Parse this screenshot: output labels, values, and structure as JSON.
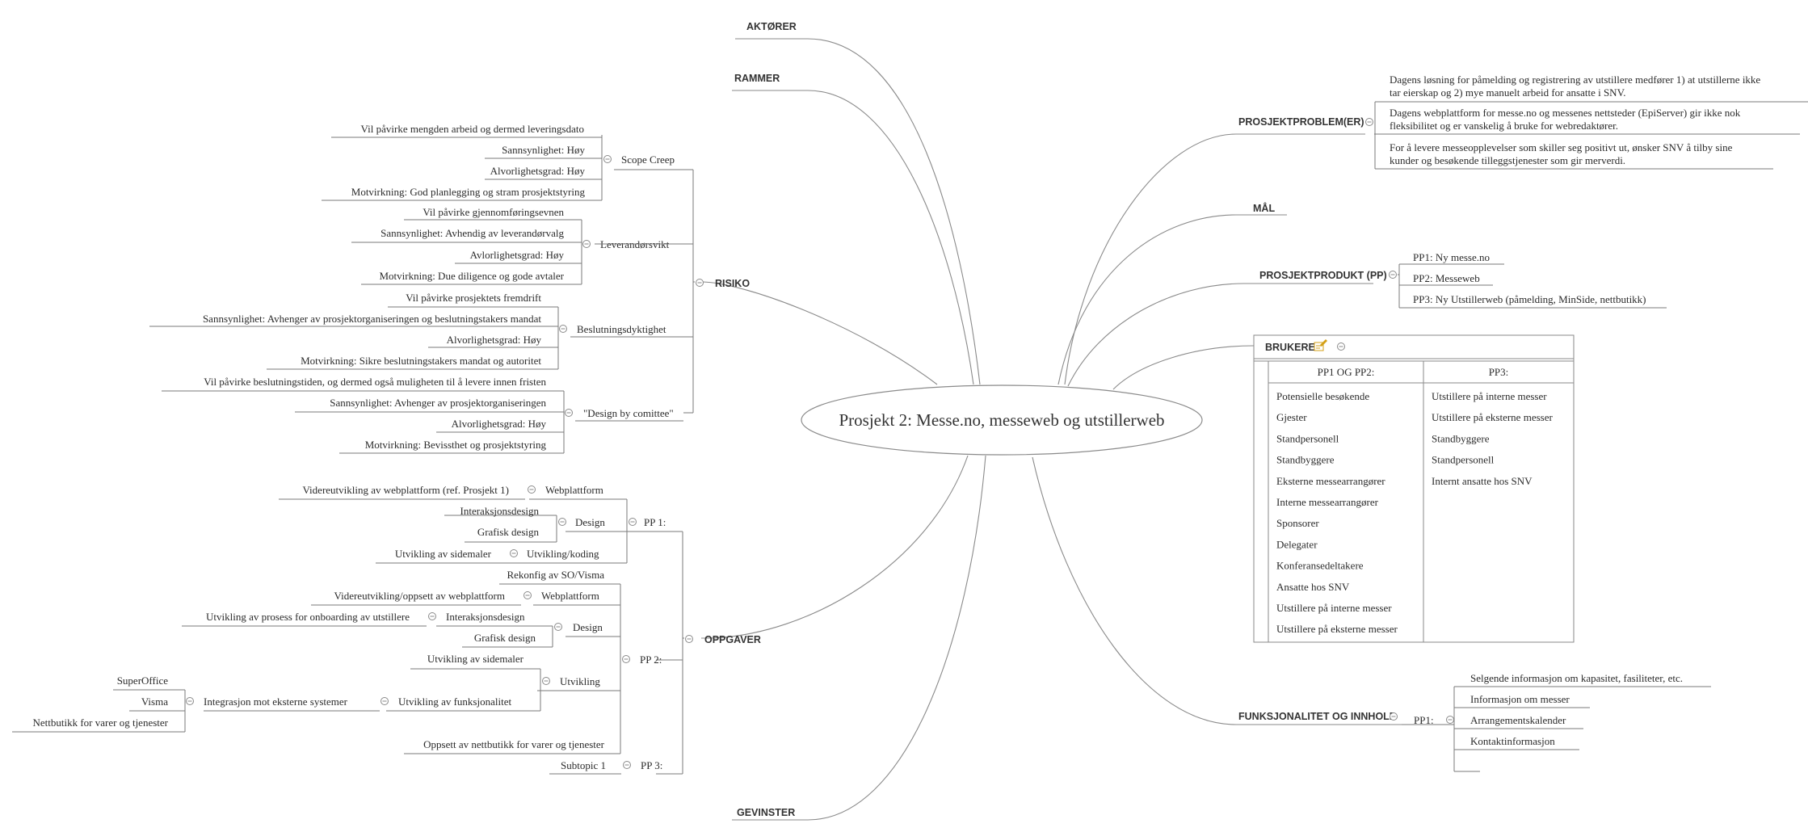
{
  "central": "Prosjekt 2: Messe.no, messeweb og utstillerweb",
  "left": {
    "aktorer": "AKTØRER",
    "rammer": "RAMMER",
    "risiko": {
      "label": "RISIKO",
      "groups": [
        {
          "label": "Scope Creep",
          "items": [
            "Vil påvirke mengden arbeid og dermed leveringsdato",
            "Sannsynlighet: Høy",
            "Alvorlighetsgrad: Høy",
            "Motvirkning: God planlegging og stram prosjektstyring"
          ]
        },
        {
          "label": "Leverandørsvikt",
          "items": [
            "Vil påvirke gjennomføringsevnen",
            "Sannsynlighet: Avhendig av leverandørvalg",
            "Avlorlighetsgrad: Høy",
            "Motvirkning: Due diligence og gode avtaler"
          ]
        },
        {
          "label": "Beslutningsdyktighet",
          "items": [
            "Vil påvirke prosjektets fremdrift",
            "Sannsynlighet: Avhenger av prosjektorganiseringen og beslutningstakers mandat",
            "Alvorlighetsgrad: Høy",
            "Motvirkning: Sikre beslutningstakers mandat og autoritet"
          ]
        },
        {
          "label": "\"Design by comittee\"",
          "items": [
            "Vil påvirke beslutningstiden, og dermed også muligheten til å levere innen fristen",
            "Sannsynlighet: Avhenger av prosjektorganiseringen",
            "Alvorlighetsgrad: Høy",
            "Motvirkning: Bevissthet og prosjektstyring"
          ]
        }
      ]
    },
    "oppgaver": {
      "label": "OPPGAVER",
      "pp1": {
        "label": "PP 1:",
        "webplattform": "Webplattform",
        "webplattform_child": "Videreutvikling av webplattform (ref. Prosjekt 1)",
        "design": "Design",
        "design_items": [
          "Interaksjonsdesign",
          "Grafisk design"
        ],
        "utvikling": "Utvikling/koding",
        "utvikling_child": "Utvikling av sidemaler"
      },
      "pp2": {
        "label": "PP 2:",
        "rekonfig": "Rekonfig av SO/Visma",
        "webplattform": "Webplattform",
        "webplattform_child": "Videreutvikling/oppsett av webplattform",
        "design": "Design",
        "interaksjon": "Interaksjonsdesign",
        "interaksjon_child": "Utvikling av prosess for onboarding av utstillere",
        "grafisk": "Grafisk design",
        "utvikling": "Utvikling",
        "sidemaler": "Utvikling av sidemaler",
        "funksjonalitet": "Utvikling av funksjonalitet",
        "integrasjon": "Integrasjon mot eksterne systemer",
        "integrasjon_items": [
          "SuperOffice",
          "Visma",
          "Nettbutikk for varer og tjenester"
        ],
        "nettbutikk": "Oppsett av nettbutikk for varer og tjenester"
      },
      "pp3": {
        "label": "PP 3:",
        "child": "Subtopic 1"
      }
    },
    "gevinster": "GEVINSTER"
  },
  "right": {
    "prosjektproblem": {
      "label": "PROSJEKTPROBLEM(ER)",
      "items": [
        [
          "Dagens løsning for påmelding og registrering av utstillere medfører 1) at utstillerne ikke",
          "tar eierskap og 2) mye manuelt arbeid for ansatte i SNV."
        ],
        [
          "Dagens webplattform for messe.no og messenes nettsteder (EpiServer) gir ikke nok",
          "fleksibilitet og er vanskelig å bruke for webredaktører."
        ],
        [
          "For å levere messeopplevelser som skiller seg positivt ut, ønsker SNV å tilby sine",
          "kunder og besøkende tilleggstjenester som gir merverdi."
        ]
      ]
    },
    "mal": "MÅL",
    "prosjektprodukt": {
      "label": "PROSJEKTPRODUKT (PP)",
      "items": [
        "PP1: Ny messe.no",
        "PP2: Messeweb",
        "PP3: Ny Utstillerweb (påmelding, MinSide, nettbutikk)"
      ]
    },
    "brukere": {
      "label": "BRUKERE",
      "col1_header": "PP1 OG PP2:",
      "col2_header": "PP3:",
      "col1": [
        "Potensielle besøkende",
        "Gjester",
        "Standpersonell",
        "Standbyggere",
        "Eksterne messearrangører",
        "Interne messearrangører",
        "Sponsorer",
        "Delegater",
        "Konferansedeltakere",
        "Ansatte hos SNV",
        "Utstillere på interne messer",
        "Utstillere på eksterne messer"
      ],
      "col2": [
        "Utstillere på interne messer",
        "Utstillere på eksterne messer",
        "Standbyggere",
        "Standpersonell",
        "Internt ansatte hos SNV"
      ]
    },
    "funksjonalitet": {
      "label": "FUNKSJONALITET OG INNHOLD",
      "pp1": "PP1:",
      "items": [
        "Selgende informasjon om kapasitet, fasiliteter, etc.",
        "Informasjon om messer",
        "Arrangementskalender",
        "Kontaktinformasjon",
        ""
      ]
    }
  },
  "colors": {
    "line": "#7a7a7a",
    "text": "#2b2b2b",
    "note_icon": "#d4a017"
  },
  "icons": [
    "collapse-toggle-icon",
    "note-icon"
  ]
}
